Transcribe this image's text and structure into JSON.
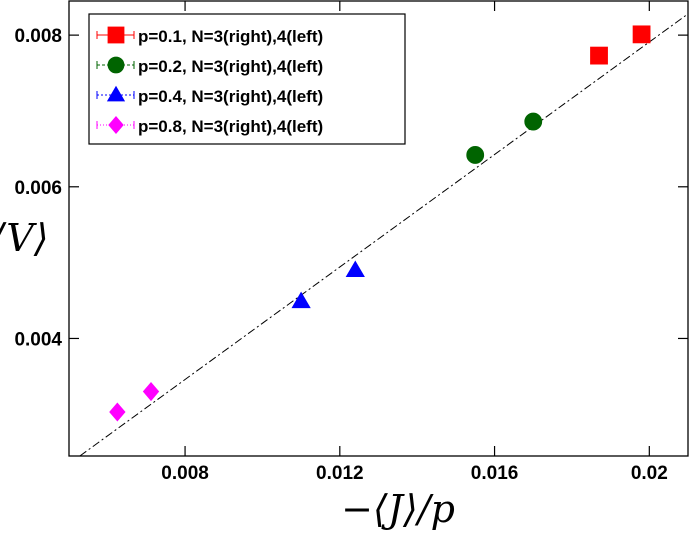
{
  "chart_data": {
    "type": "scatter",
    "xlabel": "−⟨J⟩/p",
    "ylabel": "⟨V⟩",
    "xlim": [
      0.005,
      0.021
    ],
    "ylim": [
      0.00245,
      0.00845
    ],
    "x_ticks": [
      0.008,
      0.012,
      0.016,
      0.02
    ],
    "x_tick_labels": [
      "0.008",
      "0.012",
      "0.016",
      "0.02"
    ],
    "y_ticks": [
      0.004,
      0.006,
      0.008
    ],
    "y_tick_labels": [
      "0.004",
      "0.006",
      "0.008"
    ],
    "grid": false,
    "legend": "top-left",
    "series": [
      {
        "name": "p=0.1, N=3(right),4(left)",
        "marker": "square",
        "color": "#ff0000",
        "x": [
          0.0187,
          0.0198
        ],
        "y": [
          0.00773,
          0.00801
        ],
        "y_err": [
          5e-05,
          8e-05
        ]
      },
      {
        "name": "p=0.2, N=3(right),4(left)",
        "marker": "circle",
        "color": "#006400",
        "x": [
          0.0155,
          0.017
        ],
        "y": [
          0.00642,
          0.00686
        ],
        "y_err": [
          0,
          0
        ]
      },
      {
        "name": "p=0.4, N=3(right),4(left)",
        "marker": "triangle",
        "color": "#0000ff",
        "x": [
          0.011,
          0.0124
        ],
        "y": [
          0.00449,
          0.0049
        ],
        "y_err": [
          0,
          0
        ]
      },
      {
        "name": "p=0.8, N=3(right),4(left)",
        "marker": "diamond",
        "color": "#ff00ff",
        "x": [
          0.00625,
          0.00712
        ],
        "y": [
          0.00303,
          0.0033
        ],
        "y_err": [
          0,
          0
        ]
      }
    ],
    "fit_line": {
      "style": "dash-dot",
      "color": "#000000",
      "x": [
        0.00528,
        0.021
      ],
      "y": [
        0.00245,
        0.00828
      ]
    }
  }
}
